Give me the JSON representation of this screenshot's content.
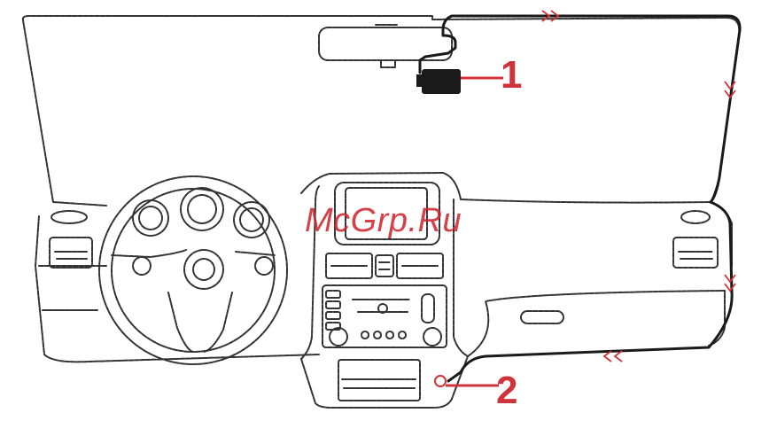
{
  "watermark": {
    "text": "McGrp.Ru"
  },
  "callouts": [
    {
      "label": "1"
    },
    {
      "label": "2"
    }
  ],
  "colors": {
    "line": "#333333",
    "cable": "#1a1a1a",
    "accent": "#d0343b"
  }
}
